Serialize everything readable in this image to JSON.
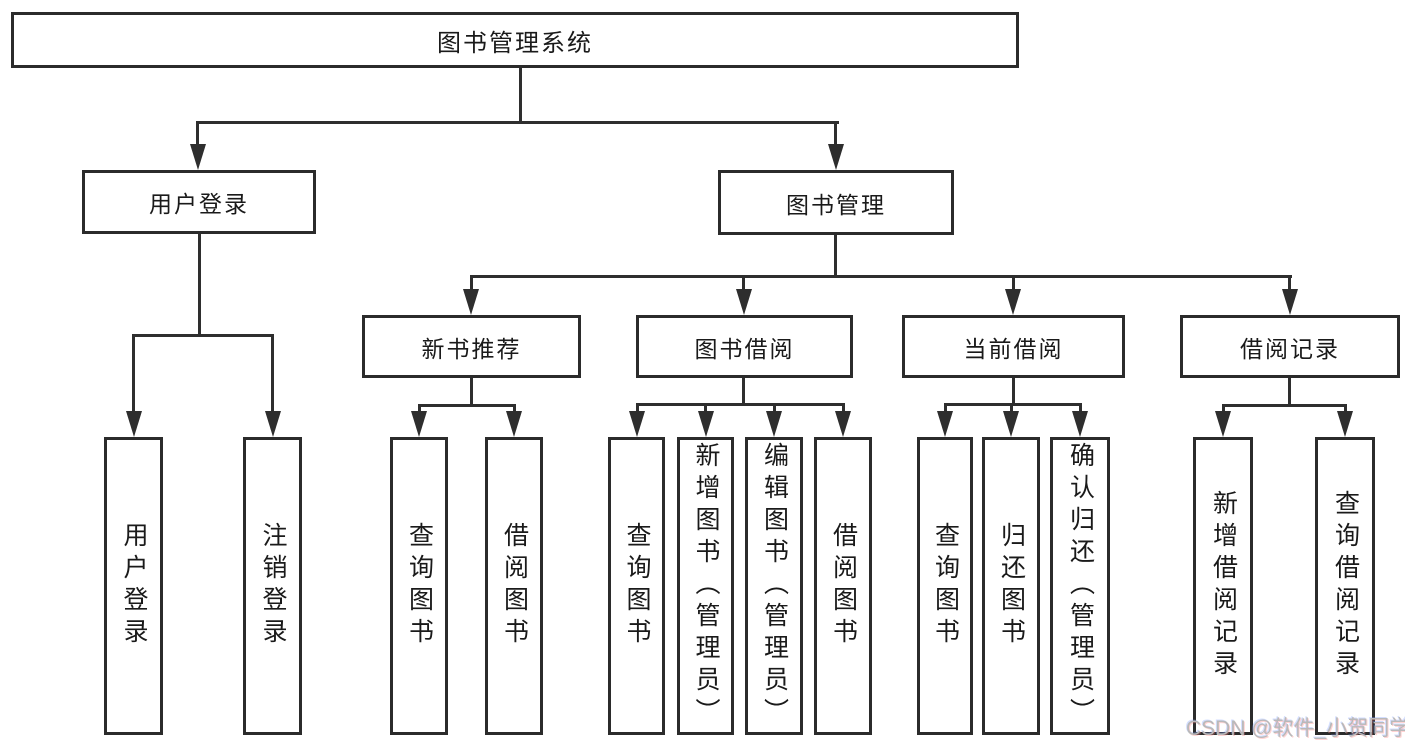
{
  "diagram": {
    "type": "hierarchy-tree",
    "title": "图书管理系统",
    "colors": {
      "background": "#ffffff",
      "box_border": "#2b2b2b",
      "connector_line": "#2e2e2e",
      "text": "#1a1a1a",
      "watermark_text": "#b9b9b9"
    },
    "tree": {
      "root": "图书管理系统",
      "children": [
        {
          "label": "用户登录",
          "children": [
            "用户登录",
            "注销登录"
          ]
        },
        {
          "label": "图书管理",
          "children": [
            {
              "label": "新书推荐",
              "children": [
                "查询图书",
                "借阅图书"
              ]
            },
            {
              "label": "图书借阅",
              "children": [
                "查询图书",
                "新增图书（管理员）",
                "编辑图书（管理员）",
                "借阅图书"
              ]
            },
            {
              "label": "当前借阅",
              "children": [
                "查询图书",
                "归还图书",
                "确认归还（管理员）"
              ]
            },
            {
              "label": "借阅记录",
              "children": [
                "新增借阅记录",
                "查询借阅记录"
              ]
            }
          ]
        }
      ]
    }
  },
  "watermark": {
    "text": "CSDN @软件_小贺同学"
  }
}
